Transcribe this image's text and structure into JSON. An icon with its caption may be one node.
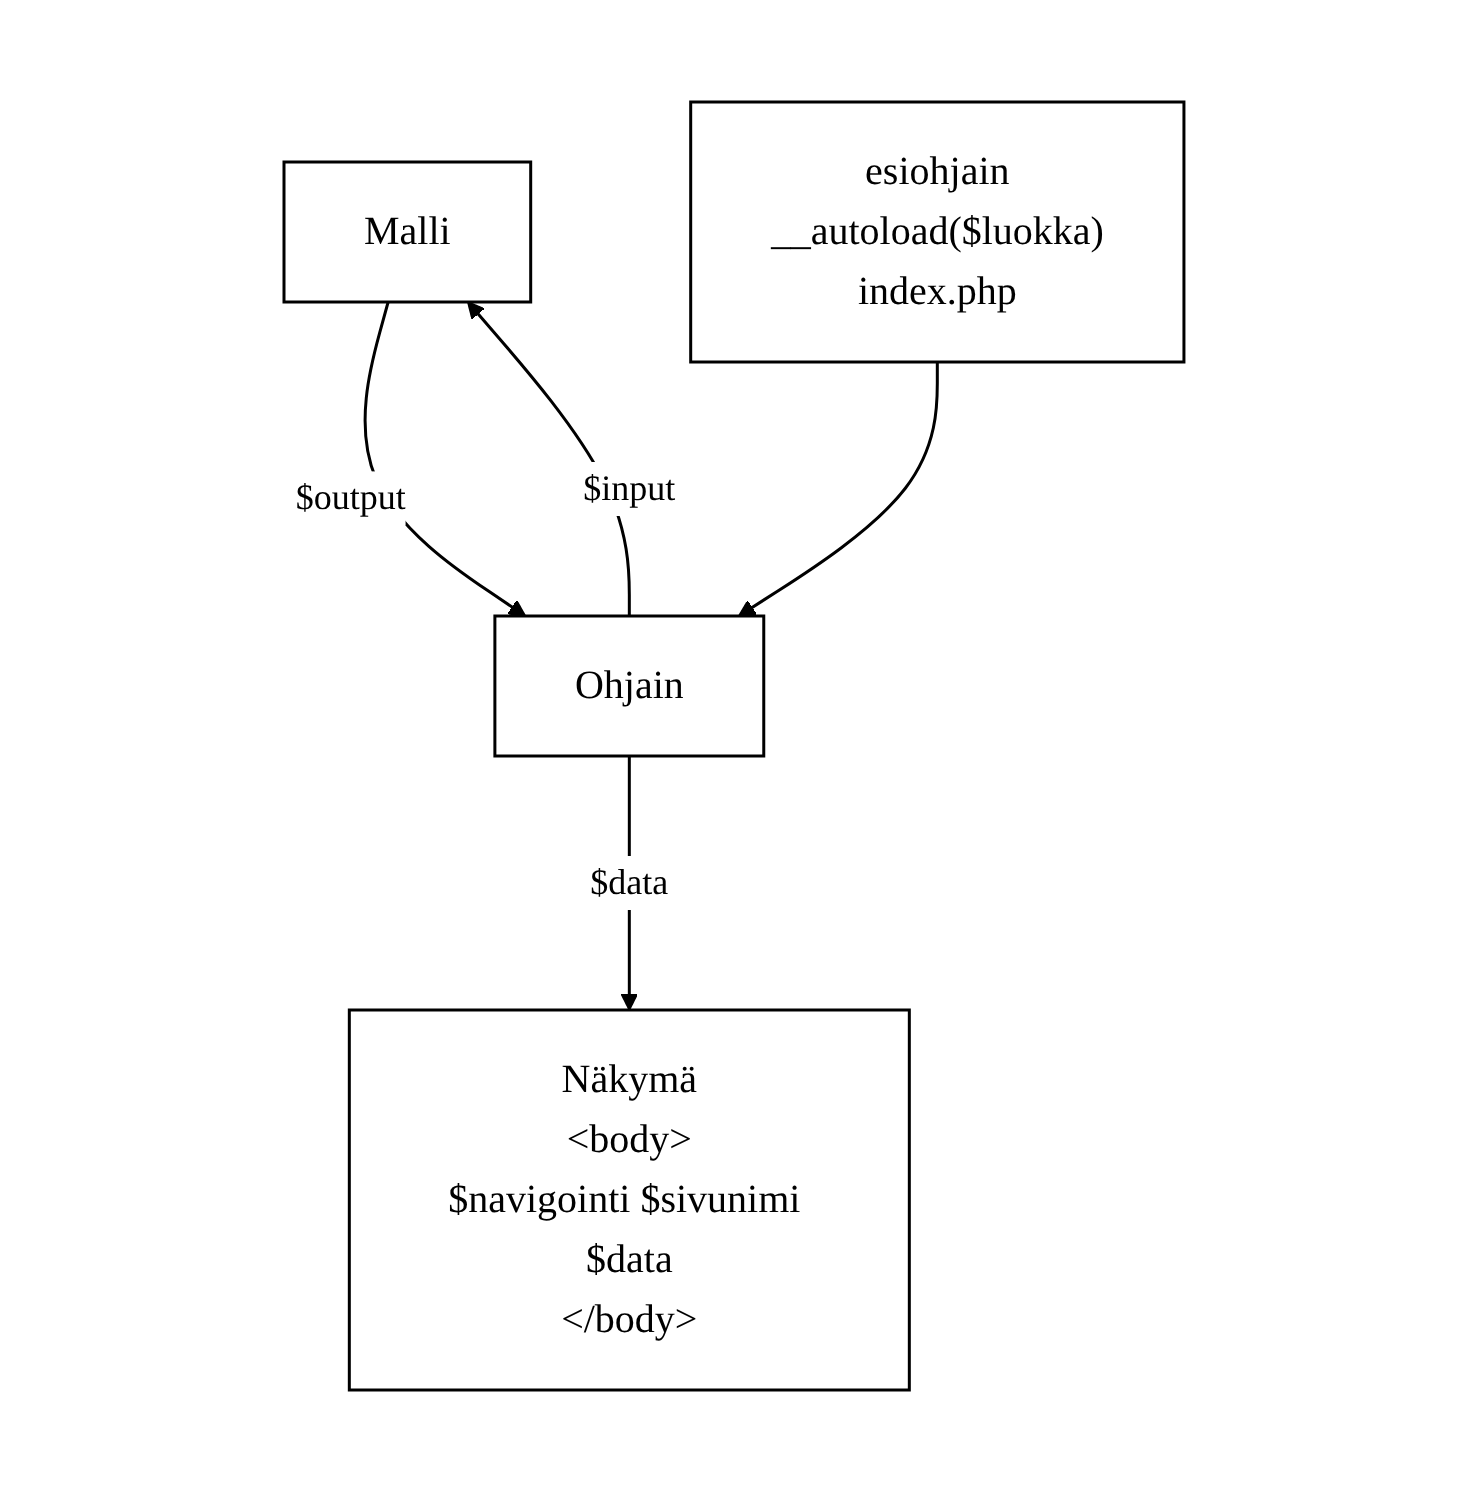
{
  "diagram": {
    "nodes": [
      {
        "text": [
          "Malli"
        ]
      },
      {
        "text": [
          "Ohjain"
        ]
      },
      {
        "text": [
          "Näkymä",
          "<body>",
          "$navigointi $sivunimi $data",
          "</body>"
        ]
      },
      {
        "text": [
          "esiohjain",
          "__autoload($luokka)",
          "index.php"
        ]
      }
    ],
    "edges": [
      {
        "from": 1,
        "to": 0,
        "arrow": "to",
        "label": "$input"
      },
      {
        "from": 0,
        "to": 1,
        "arrow": "to",
        "label": "$output"
      },
      {
        "from": 1,
        "to": 2,
        "arrow": "to",
        "label": "$data"
      },
      {
        "from": 3,
        "to": 1,
        "arrow": "to"
      }
    ]
  }
}
